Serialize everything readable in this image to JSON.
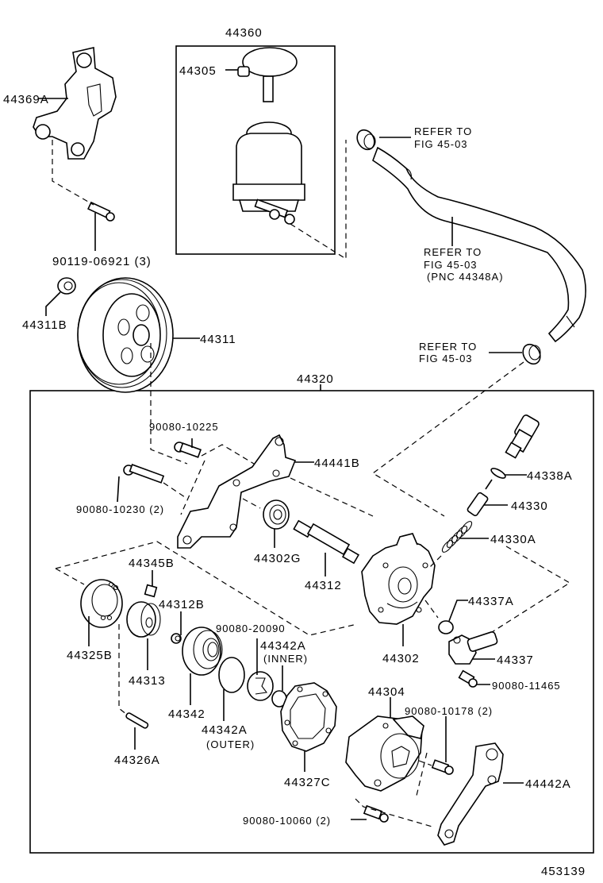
{
  "diagram": {
    "type": "exploded parts diagram",
    "subject": "power steering vane pump assembly",
    "figure_number": "453139"
  },
  "groups": {
    "reservoir": "44360",
    "pump_assembly": "44320"
  },
  "labels": {
    "bracket": "44369A",
    "reservoir_group": "44360",
    "reservoir_cap": "44305",
    "bracket_bolt": "90119-06921 (3)",
    "pulley_nut": "44311B",
    "pulley": "44311",
    "pump_group": "44320",
    "refer_top_1": "REFER TO",
    "refer_top_2": "FIG 45-03",
    "refer_hose_1": "REFER TO",
    "refer_hose_2": "FIG 45-03",
    "refer_hose_3": "(PNC 44348A)",
    "refer_clamp_1": "REFER TO",
    "refer_clamp_2": "FIG 45-03",
    "bolt_upper": "90080-10225",
    "plate_bracket": "44441B",
    "bolt_lower": "90080-10230 (2)",
    "bearing": "44302G",
    "shaft": "44312",
    "union_oring": "44338A",
    "flow_valve": "44330",
    "valve_spring": "44330A",
    "pump_body": "44302",
    "sensor_oring": "44337A",
    "pressure_switch": "44337",
    "switch_bolt": "90080-11465",
    "cam_ring": "44325B",
    "vane_plate": "44345B",
    "snap_ring": "44312B",
    "rotor": "44313",
    "side_plate_pin": "90080-20090",
    "inner_oring": "44342A",
    "inner_note": "(INNER)",
    "side_plate": "44342",
    "outer_oring": "44342A",
    "outer_note": "(OUTER)",
    "straight_pin": "44326A",
    "gasket": "44327C",
    "rear_housing": "44304",
    "rear_bolt": "90080-10178 (2)",
    "stay": "44442A",
    "housing_bolt": "90080-10060 (2)",
    "figure_number": "453139"
  }
}
